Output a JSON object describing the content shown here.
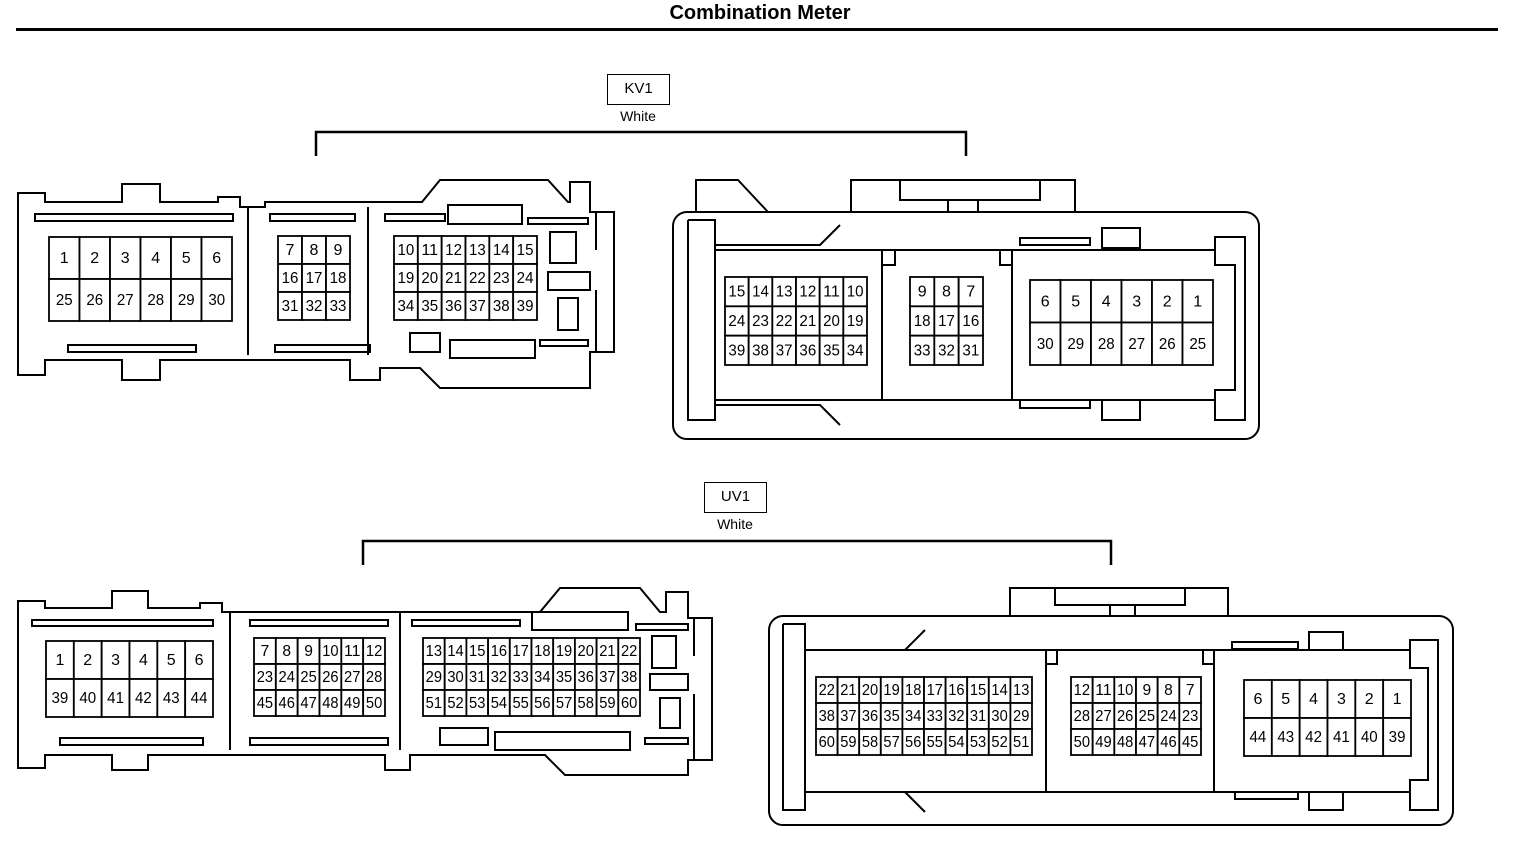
{
  "title": "Combination Meter",
  "connectors": [
    {
      "id": "KV1",
      "label": "KV1",
      "color": "White",
      "views": {
        "left": [
          [
            "1",
            "2",
            "3",
            "4",
            "5",
            "6"
          ],
          [
            "25",
            "26",
            "27",
            "28",
            "29",
            "30"
          ],
          [
            "7",
            "8",
            "9"
          ],
          [
            "16",
            "17",
            "18"
          ],
          [
            "31",
            "32",
            "33"
          ],
          [
            "10",
            "11",
            "12",
            "13",
            "14",
            "15"
          ],
          [
            "19",
            "20",
            "21",
            "22",
            "23",
            "24"
          ],
          [
            "34",
            "35",
            "36",
            "37",
            "38",
            "39"
          ]
        ],
        "right": [
          [
            "15",
            "14",
            "13",
            "12",
            "11",
            "10"
          ],
          [
            "24",
            "23",
            "22",
            "21",
            "20",
            "19"
          ],
          [
            "39",
            "38",
            "37",
            "36",
            "35",
            "34"
          ],
          [
            "9",
            "8",
            "7"
          ],
          [
            "18",
            "17",
            "16"
          ],
          [
            "33",
            "32",
            "31"
          ],
          [
            "6",
            "5",
            "4",
            "3",
            "2",
            "1"
          ],
          [
            "30",
            "29",
            "28",
            "27",
            "26",
            "25"
          ]
        ]
      }
    },
    {
      "id": "UV1",
      "label": "UV1",
      "color": "White",
      "views": {
        "left": [
          [
            "1",
            "2",
            "3",
            "4",
            "5",
            "6"
          ],
          [
            "39",
            "40",
            "41",
            "42",
            "43",
            "44"
          ],
          [
            "7",
            "8",
            "9",
            "10",
            "11",
            "12"
          ],
          [
            "23",
            "24",
            "25",
            "26",
            "27",
            "28"
          ],
          [
            "45",
            "46",
            "47",
            "48",
            "49",
            "50"
          ],
          [
            "13",
            "14",
            "15",
            "16",
            "17",
            "18",
            "19",
            "20",
            "21",
            "22"
          ],
          [
            "29",
            "30",
            "31",
            "32",
            "33",
            "34",
            "35",
            "36",
            "37",
            "38"
          ],
          [
            "51",
            "52",
            "53",
            "54",
            "55",
            "56",
            "57",
            "58",
            "59",
            "60"
          ]
        ],
        "right": [
          [
            "22",
            "21",
            "20",
            "19",
            "18",
            "17",
            "16",
            "15",
            "14",
            "13"
          ],
          [
            "38",
            "37",
            "36",
            "35",
            "34",
            "33",
            "32",
            "31",
            "30",
            "29"
          ],
          [
            "60",
            "59",
            "58",
            "57",
            "56",
            "55",
            "54",
            "53",
            "52",
            "51"
          ],
          [
            "12",
            "11",
            "10",
            "9",
            "8",
            "7"
          ],
          [
            "28",
            "27",
            "26",
            "25",
            "24",
            "23"
          ],
          [
            "50",
            "49",
            "48",
            "47",
            "46",
            "45"
          ],
          [
            "6",
            "5",
            "4",
            "3",
            "2",
            "1"
          ],
          [
            "44",
            "43",
            "42",
            "41",
            "40",
            "39"
          ]
        ]
      }
    }
  ]
}
